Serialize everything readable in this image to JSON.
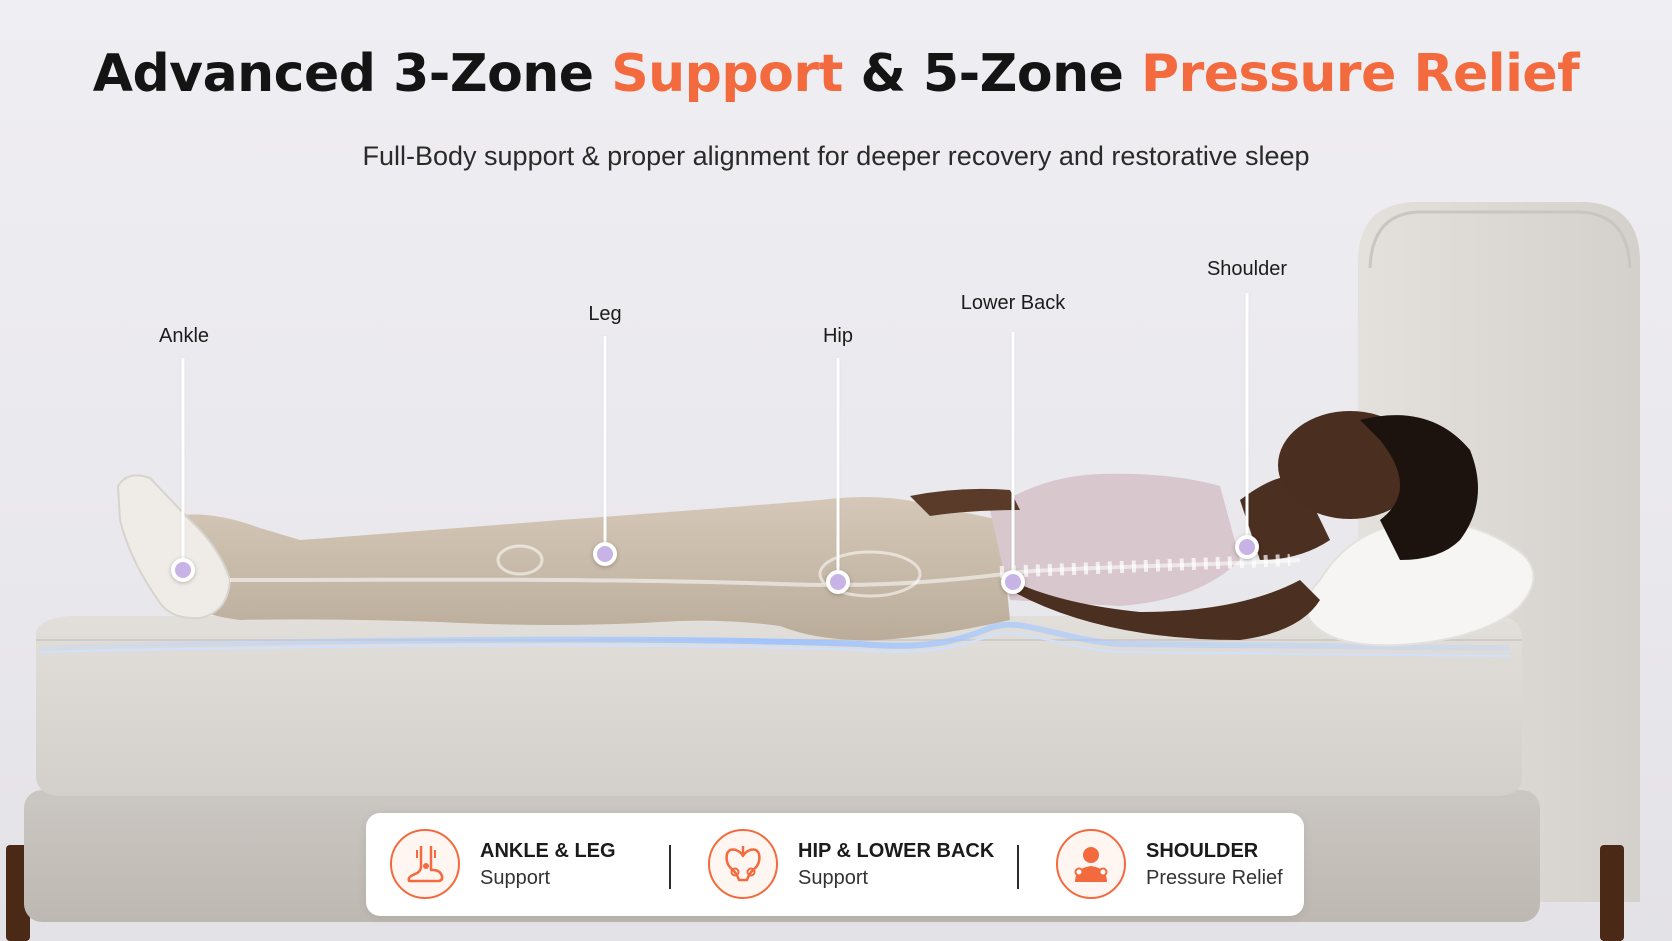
{
  "headline": {
    "part1": "Advanced 3-Zone ",
    "accent1": "Support",
    "part2": " & 5-Zone ",
    "accent2": "Pressure Relief"
  },
  "subtitle": "Full-Body support & proper alignment for deeper recovery and restorative sleep",
  "zones": [
    {
      "label": "Ankle"
    },
    {
      "label": "Leg"
    },
    {
      "label": "Hip"
    },
    {
      "label": "Lower Back"
    },
    {
      "label": "Shoulder"
    }
  ],
  "features": [
    {
      "icon": "foot-ankle-icon",
      "name": "ANKLE & LEG",
      "desc": "Support"
    },
    {
      "icon": "pelvis-icon",
      "name": "HIP & LOWER BACK",
      "desc": "Support"
    },
    {
      "icon": "head-shoulders-icon",
      "name": "SHOULDER",
      "desc": "Pressure Relief"
    }
  ],
  "colors": {
    "accent": "#f26a3d",
    "dot": "#c7b3e6",
    "text": "#141414",
    "background": "#ecebef"
  }
}
